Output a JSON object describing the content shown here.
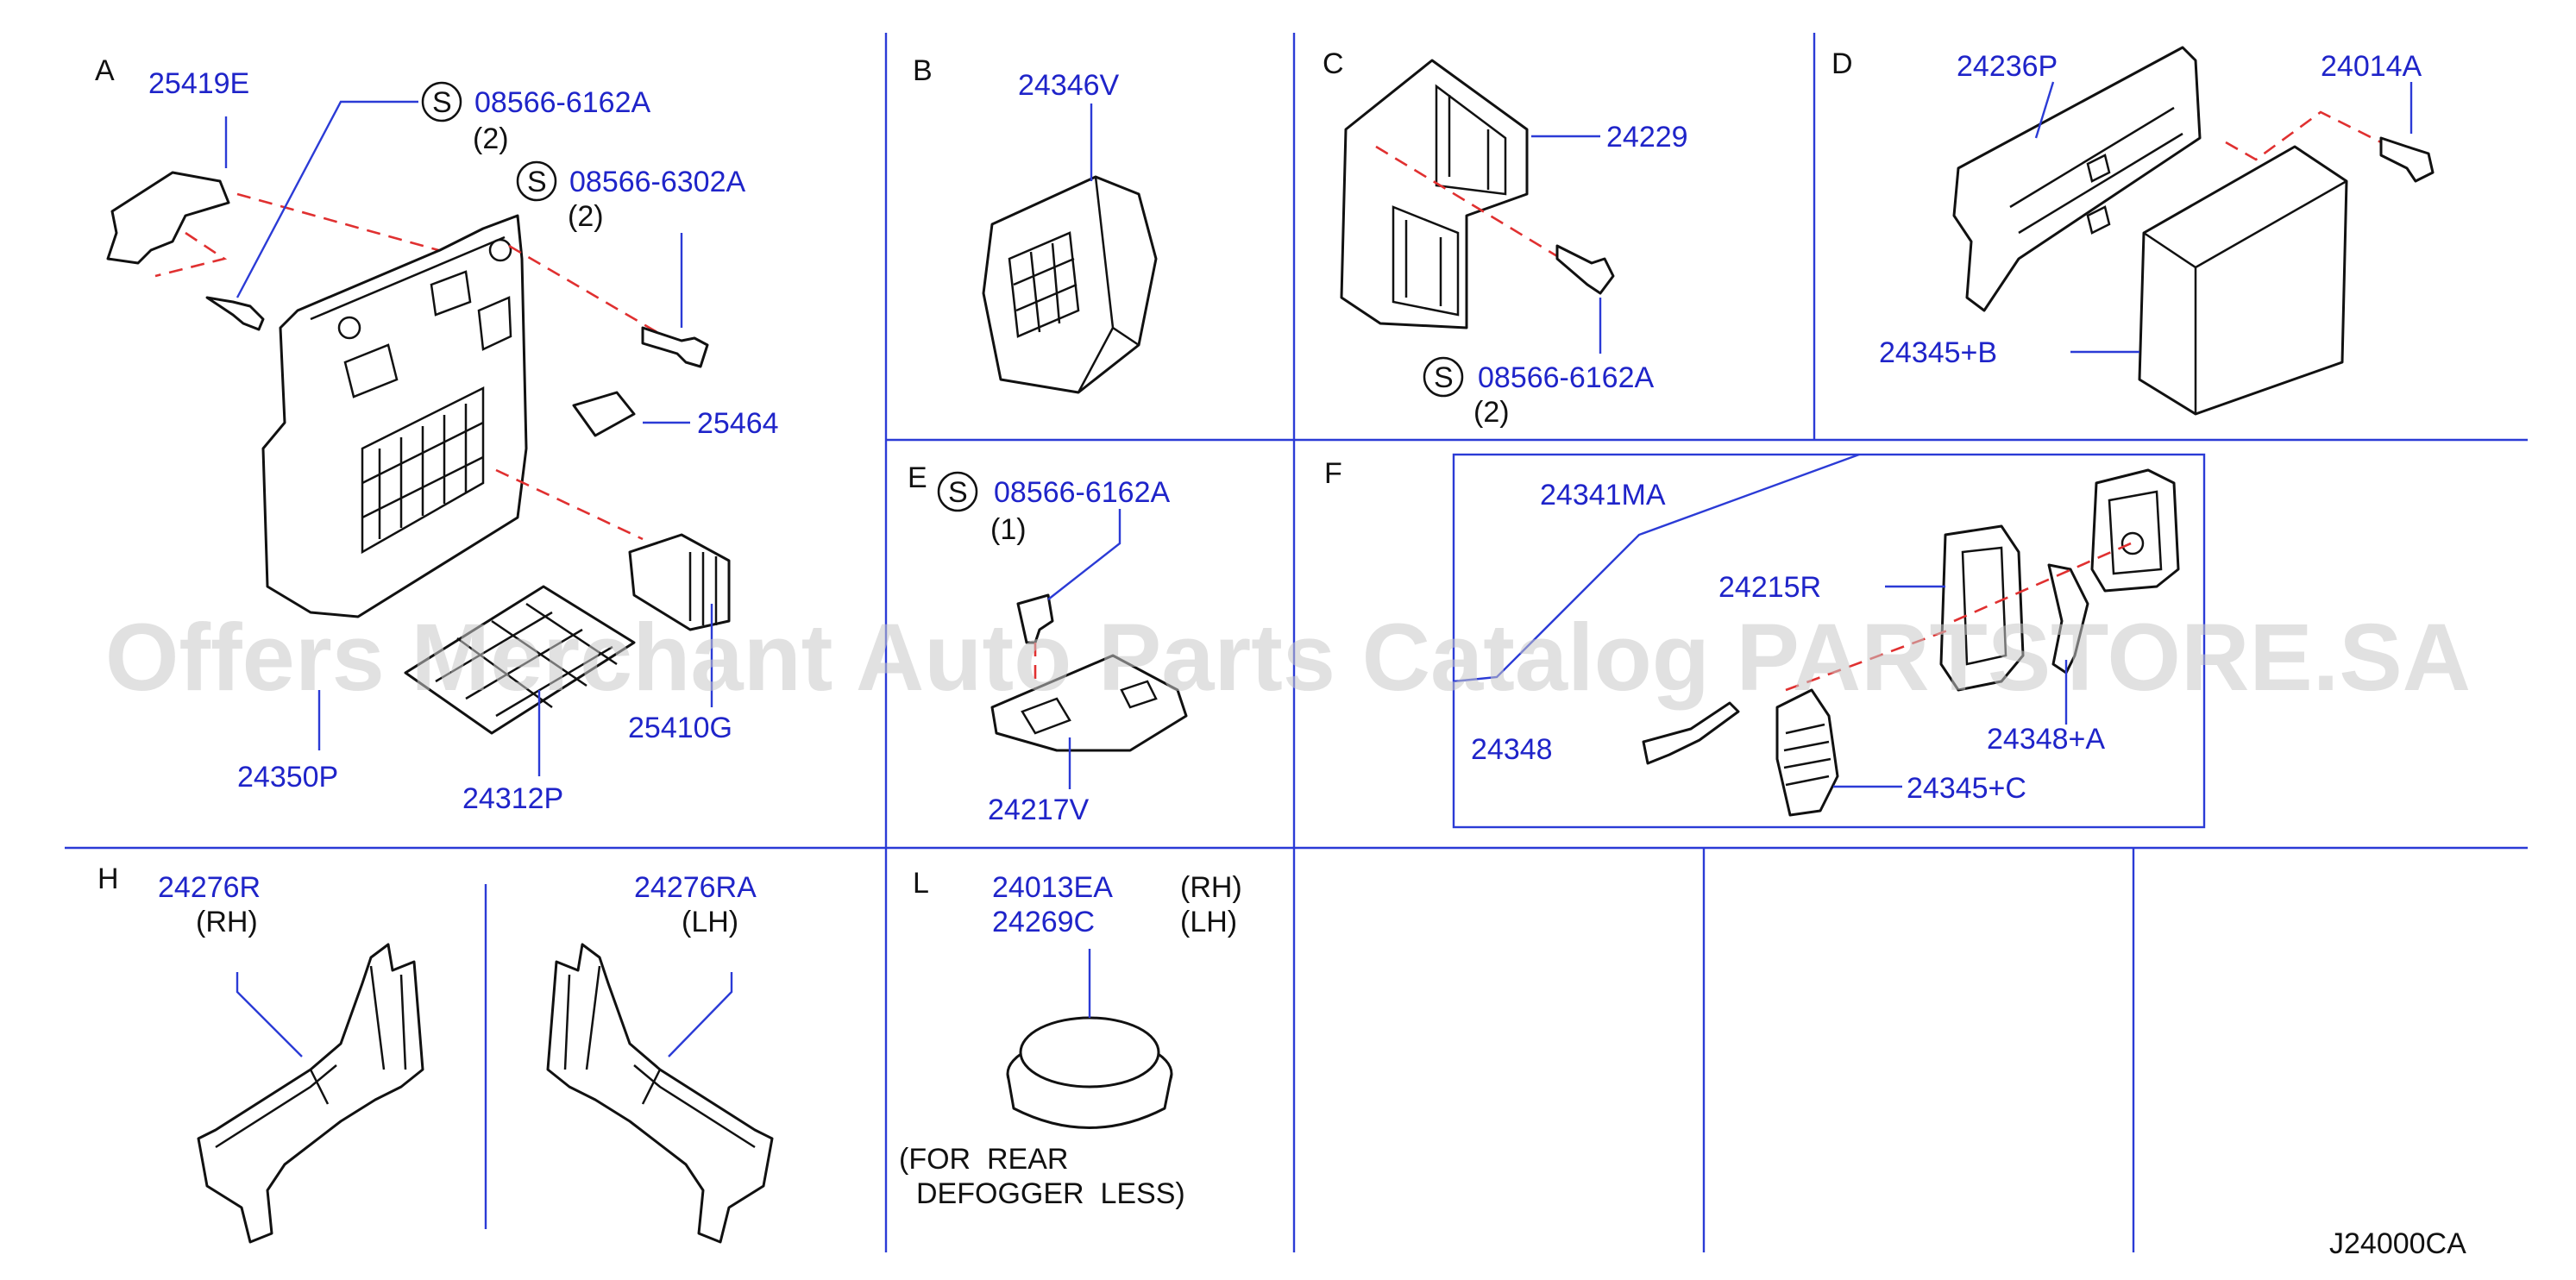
{
  "watermark": "Offers Merchant Auto Parts Catalog PARTSTORE.SA",
  "diagram_code": "J24000CA",
  "sections": {
    "A": {
      "label": "A",
      "parts": [
        "25419E",
        "08566-6162A",
        "08566-6302A",
        "25464",
        "25410G",
        "24350P",
        "24312P"
      ],
      "qty": [
        "(2)",
        "(2)"
      ],
      "s_mark": "S"
    },
    "B": {
      "label": "B",
      "parts": [
        "24346V"
      ]
    },
    "C": {
      "label": "C",
      "parts": [
        "24229",
        "08566-6162A"
      ],
      "qty": [
        "(2)"
      ],
      "s_mark": "S"
    },
    "D": {
      "label": "D",
      "parts": [
        "24236P",
        "24014A",
        "24345+B"
      ]
    },
    "E": {
      "label": "E",
      "parts": [
        "08566-6162A",
        "24217V"
      ],
      "qty": [
        "(1)"
      ],
      "s_mark": "S"
    },
    "F": {
      "label": "F",
      "parts": [
        "24341MA",
        "24215R",
        "24348",
        "24348+A",
        "24345+C"
      ]
    },
    "H": {
      "label": "H",
      "parts": [
        "24276R",
        "24276RA"
      ],
      "sides": [
        "(RH)",
        "(LH)"
      ]
    },
    "L": {
      "label": "L",
      "parts": [
        "24013EA",
        "24269C"
      ],
      "sides": [
        "(RH)",
        "(LH)"
      ],
      "note": [
        "(FOR  REAR",
        "DEFOGGER  LESS)"
      ]
    }
  }
}
